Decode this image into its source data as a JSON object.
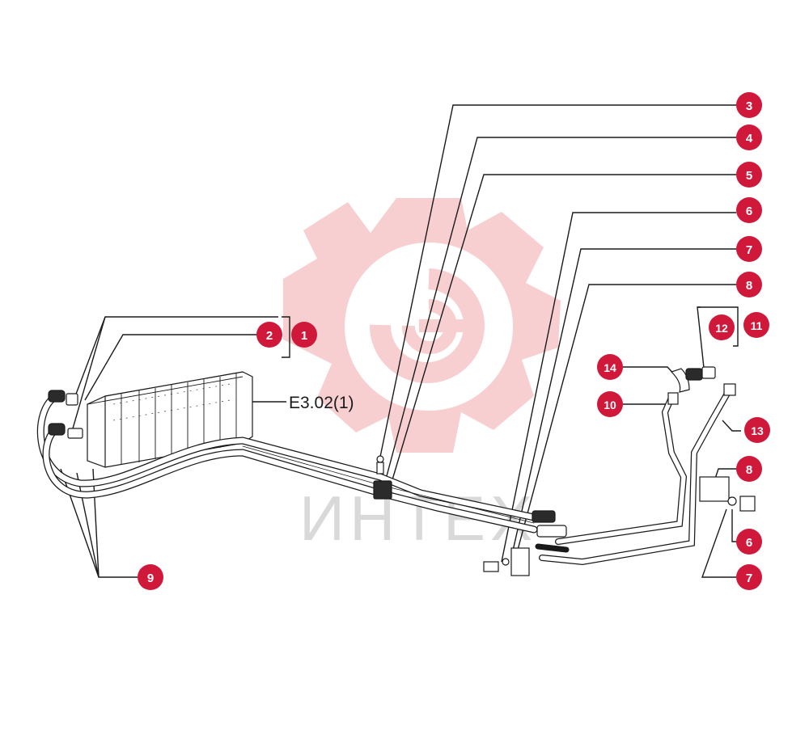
{
  "diagram": {
    "reference_label": "E3.02(1)",
    "watermark_text": "ИНТЕХ",
    "callouts": [
      "1",
      "2",
      "3",
      "4",
      "5",
      "6",
      "7",
      "8",
      "9",
      "10",
      "11",
      "12",
      "13",
      "14"
    ],
    "colors": {
      "callout_fill": "#d0183a",
      "callout_text": "#ffffff",
      "line": "#1a1a1a",
      "watermark_gear": "#f6c7c9",
      "watermark_text": "#d9d9d9"
    }
  }
}
